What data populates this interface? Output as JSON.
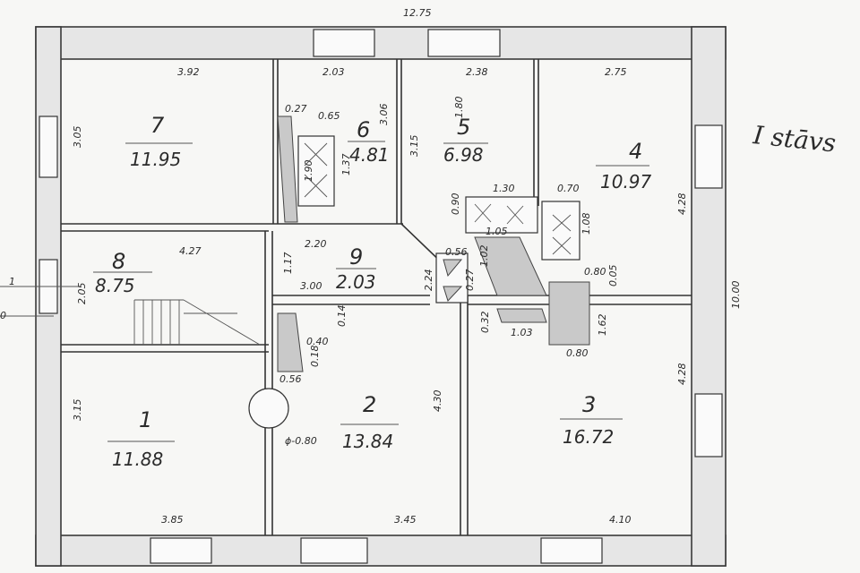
{
  "plan": {
    "title": "I stāvs",
    "overall_width": "12.75",
    "overall_height": "10.00",
    "section_marks": [
      "1",
      "0"
    ],
    "diameter_label": "ϕ-0.80",
    "rooms": [
      {
        "no": "1",
        "area": "11.88"
      },
      {
        "no": "2",
        "area": "13.84"
      },
      {
        "no": "3",
        "area": "16.72"
      },
      {
        "no": "4",
        "area": "10.97"
      },
      {
        "no": "5",
        "area": "6.98"
      },
      {
        "no": "6",
        "area": "4.81"
      },
      {
        "no": "7",
        "area": "11.95"
      },
      {
        "no": "8",
        "area": "8.75"
      },
      {
        "no": "9",
        "area": "2.03"
      }
    ],
    "dims_top": [
      "3.92",
      "2.03",
      "2.38",
      "2.75"
    ],
    "dims_bottom": [
      "3.85",
      "3.45",
      "4.10"
    ],
    "dims_left": [
      "3.05",
      "2.05",
      "3.15"
    ],
    "dims_right": [
      "4.28",
      "4.28"
    ],
    "dims_inner": [
      "0.27",
      "0.65",
      "3.06",
      "1.90",
      "1.37",
      "1.80",
      "3.15",
      "0.90",
      "1.30",
      "1.05",
      "0.70",
      "1.08",
      "4.27",
      "2.20",
      "1.17",
      "0.56",
      "1.02",
      "2.24",
      "0.27",
      "3.00",
      "0.14",
      "0.40",
      "0.18",
      "0.56",
      "4.30",
      "0.32",
      "1.03",
      "0.80",
      "0.05",
      "1.62",
      "0.80"
    ]
  }
}
